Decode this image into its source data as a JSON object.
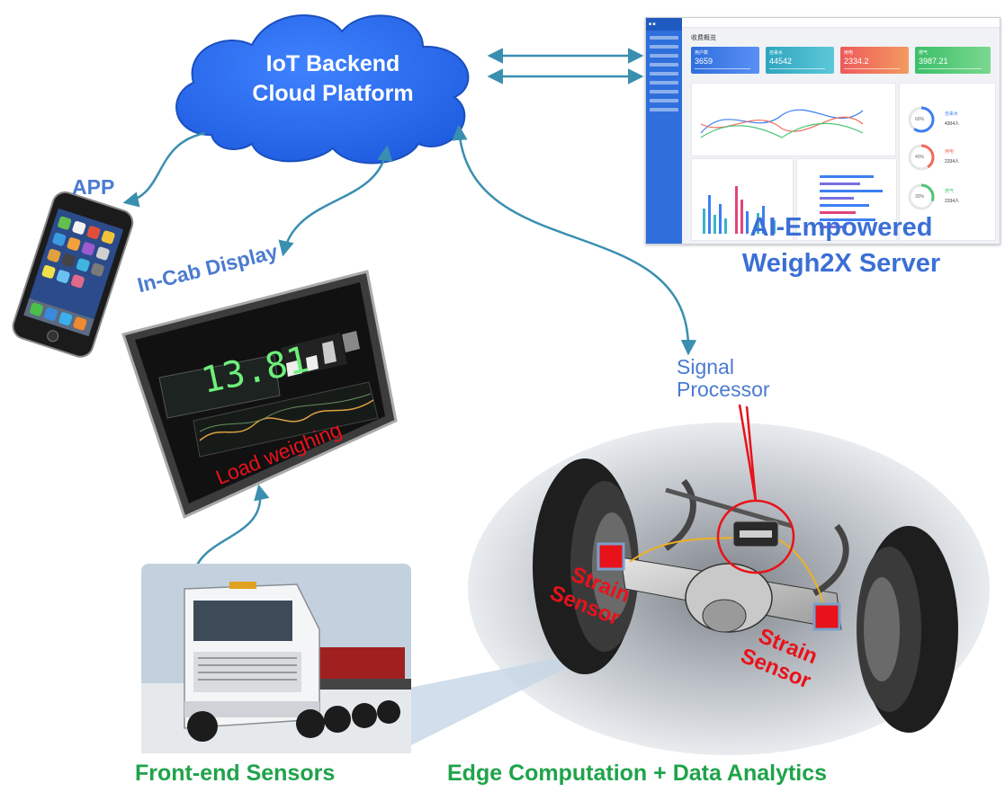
{
  "cloud": {
    "line1": "IoT Backend",
    "line2": "Cloud Platform"
  },
  "labels": {
    "app": "APP",
    "in_cab_display": "In-Cab Display",
    "load_weighing": "Load weighing",
    "server_line1": "AI-Empowered",
    "server_line2": "Weigh2X Server",
    "signal_line1": "Signal",
    "signal_line2": "Processor",
    "strain_left_line1": "Strain",
    "strain_left_line2": "Sensor",
    "strain_right_line1": "Strain",
    "strain_right_line2": "Sensor",
    "front_end": "Front-end Sensors",
    "edge": "Edge Computation + Data Analytics"
  },
  "display": {
    "reading": "13.81"
  },
  "dashboard": {
    "title": "收费概览",
    "kpis": [
      {
        "name": "用户数",
        "value": "3659",
        "color": "#3d7ff3"
      },
      {
        "name": "自来水",
        "value": "44542",
        "color": "#3cb4c8"
      },
      {
        "name": "用电",
        "value": "2334.2",
        "color": "#f06b5e"
      },
      {
        "name": "燃气",
        "value": "3987.21",
        "color": "#4cc777"
      }
    ],
    "rings": [
      {
        "pct": "60%",
        "name": "自来水",
        "value": "4304人",
        "color": "#3d7ff3"
      },
      {
        "pct": "40%",
        "name": "用电",
        "value": "2334人",
        "color": "#f06b5e"
      },
      {
        "pct": "30%",
        "name": "燃气",
        "value": "2334人",
        "color": "#4cc777"
      }
    ]
  },
  "colors": {
    "cloud": "#2f6ff0",
    "arrow": "#3a8fb0",
    "label_blue": "#4a7bd0",
    "label_green": "#1fa34a",
    "label_red": "#e8121a"
  }
}
